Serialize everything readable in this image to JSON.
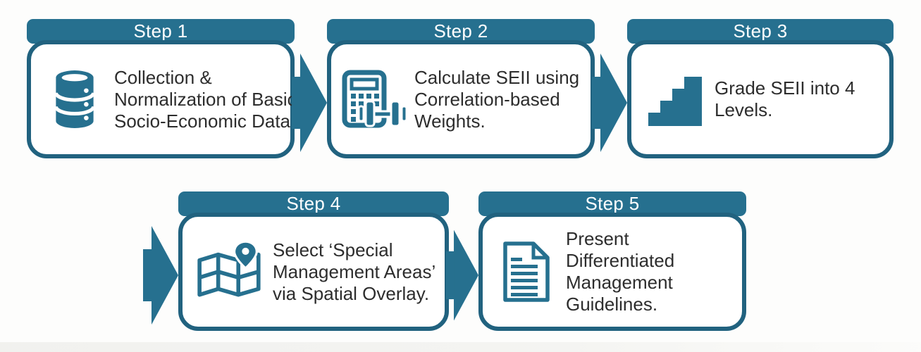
{
  "figure": {
    "type": "process-flow-diagram",
    "rows": 2,
    "step_count": 5
  },
  "colors": {
    "teal": "#26708f",
    "box_border": "#21627f",
    "header_text": "#ffffff",
    "body_text": "#2d2d2d",
    "background": "#fdfdfc"
  },
  "steps": [
    {
      "title": "Step 1",
      "icon": "database-icon",
      "text": "Collection & Normalization of Basic Socio-Economic Data.",
      "lines": [
        "Collection &",
        "Normalization of Basic",
        "Socio-Economic Data."
      ]
    },
    {
      "title": "Step 2",
      "icon": "calculator-weights-icon",
      "text": "Calculate SEII using Correlation-based Weights.",
      "lines": [
        "Calculate SEII using",
        "Correlation-based",
        "Weights."
      ]
    },
    {
      "title": "Step 3",
      "icon": "stairs-icon",
      "text": "Grade SEII into 4 Levels.",
      "lines": [
        "Grade SEII into 4",
        "Levels."
      ]
    },
    {
      "title": "Step 4",
      "icon": "map-pin-icon",
      "text": "Select ‘Special Management Areas’ via Spatial Overlay.",
      "lines": [
        "Select ‘Special",
        "Management Areas’",
        "via Spatial Overlay."
      ]
    },
    {
      "title": "Step 5",
      "icon": "document-lines-icon",
      "text": "Present Differentiated Management Guidelines.",
      "lines": [
        "Present",
        "Differentiated",
        "Management",
        "Guidelines."
      ]
    }
  ],
  "connectors": [
    {
      "from": "Step 1",
      "to": "Step 2",
      "direction": "right"
    },
    {
      "from": "Step 2",
      "to": "Step 3",
      "direction": "right"
    },
    {
      "from": "Step 3",
      "to": "Step 4",
      "direction": "right",
      "note": "wraps to second row"
    },
    {
      "from": "Step 4",
      "to": "Step 5",
      "direction": "right"
    }
  ]
}
